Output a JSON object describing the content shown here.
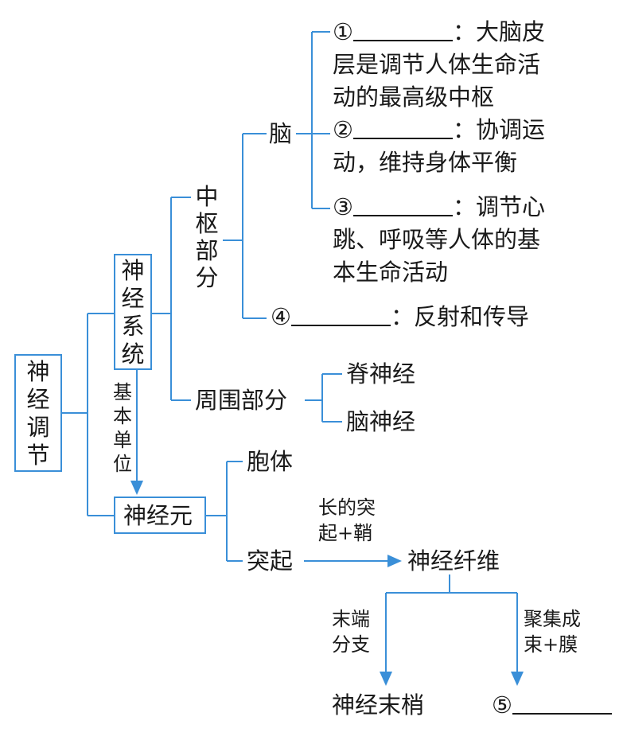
{
  "root": "神经调节",
  "nervous_system": "神经系统",
  "neuron": "神经元",
  "basic_unit_label": "基本单位",
  "central": "中枢部分",
  "peripheral": "周围部分",
  "brain": "脑",
  "items": [
    {
      "num": "①",
      "after": "：大脑皮",
      "lines": [
        "层是调节人体生命活",
        "动的最高级中枢"
      ]
    },
    {
      "num": "②",
      "after": "：协调运",
      "lines": [
        "动，维持身体平衡"
      ]
    },
    {
      "num": "③",
      "after": "：调节心",
      "lines": [
        "跳、呼吸等人体的基",
        "本生命活动"
      ]
    },
    {
      "num": "④",
      "after": "：反射和传导",
      "lines": []
    }
  ],
  "spinal_nerve": "脊神经",
  "cranial_nerve": "脑神经",
  "cell_body": "胞体",
  "process": "突起",
  "process_arrow_label": [
    "长的突",
    "起+鞘"
  ],
  "nerve_fiber": "神经纤维",
  "left_arrow_label": [
    "末端",
    "分支"
  ],
  "right_arrow_label": [
    "聚集成",
    "束+膜"
  ],
  "nerve_ending": "神经末梢",
  "item5_num": "⑤",
  "line_color": "#3a8fd8"
}
